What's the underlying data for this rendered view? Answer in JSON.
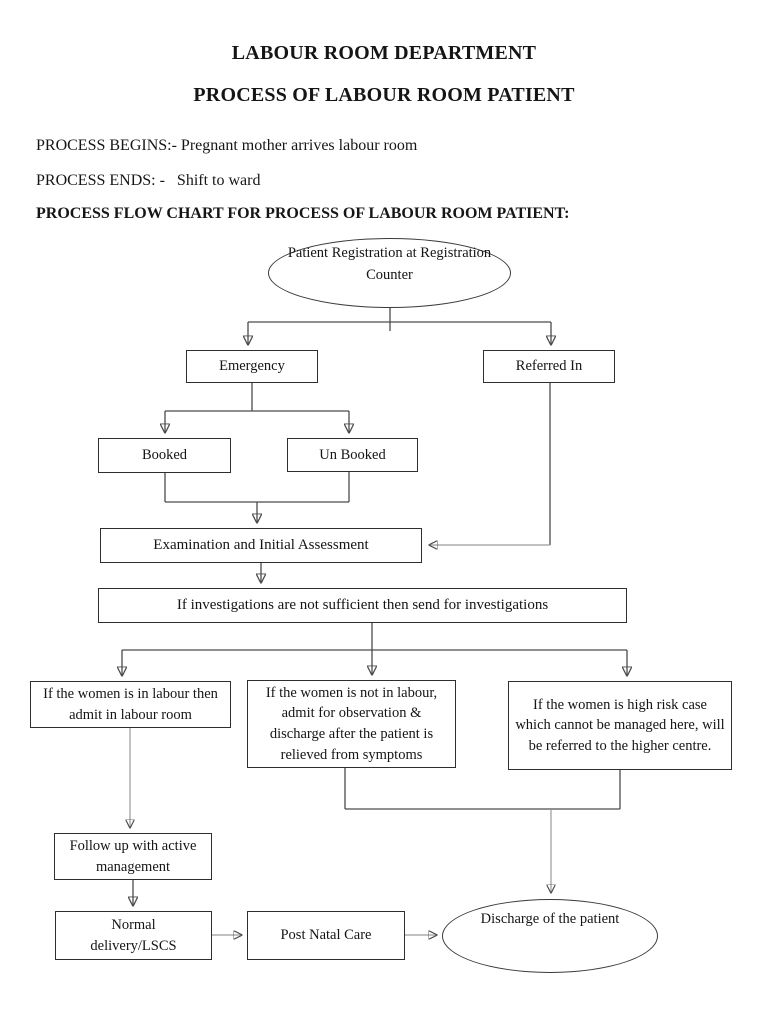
{
  "header": {
    "title1": "LABOUR ROOM DEPARTMENT",
    "title2": "PROCESS OF LABOUR ROOM PATIENT",
    "process_begins": "PROCESS BEGINS:- Pregnant mother arrives labour room",
    "process_ends": "PROCESS ENDS: -   Shift to ward",
    "flow_chart_heading": "PROCESS FLOW CHART FOR PROCESS OF LABOUR ROOM PATIENT:"
  },
  "flowchart": {
    "nodes": {
      "registration": {
        "shape": "ellipse",
        "label": "Patient Registration at Registration Counter"
      },
      "emergency": {
        "shape": "box",
        "label": "Emergency"
      },
      "referred_in": {
        "shape": "box",
        "label": "Referred In"
      },
      "booked": {
        "shape": "box",
        "label": "Booked"
      },
      "unbooked": {
        "shape": "box",
        "label": "Un Booked"
      },
      "examination": {
        "shape": "box",
        "label": "Examination and Initial Assessment"
      },
      "investigations": {
        "shape": "box",
        "label": "If investigations are not sufficient then send for investigations"
      },
      "in_labour": {
        "shape": "box",
        "label": "If the women is in labour then admit in labour room"
      },
      "not_in_labour": {
        "shape": "box",
        "label": "If the women is not in labour, admit for observation & discharge after the patient is relieved from symptoms"
      },
      "high_risk": {
        "shape": "box",
        "label": "If the women is high risk case which cannot be managed here, will be referred to the higher centre."
      },
      "follow_up": {
        "shape": "box",
        "label": "Follow up with active management"
      },
      "normal_delivery": {
        "shape": "box",
        "label": "Normal delivery/LSCS"
      },
      "post_natal": {
        "shape": "box",
        "label": "Post Natal Care"
      },
      "discharge": {
        "shape": "ellipse",
        "label": "Discharge of the patient"
      }
    },
    "colors": {
      "line": "#4c4c4c",
      "light_line": "#9a9a9a",
      "arrowhead": "#111111",
      "box_border": "#2e2e2e"
    }
  }
}
